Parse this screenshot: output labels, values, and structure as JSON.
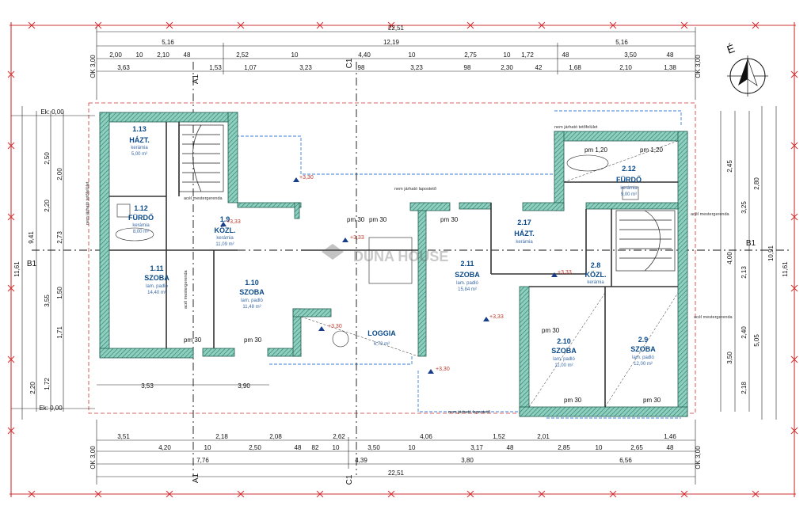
{
  "plan": {
    "north": "É",
    "watermark": "DUNA HOUSE",
    "axes": {
      "a": "A1",
      "c": "C1",
      "b": "B1"
    },
    "top_dims": {
      "overall": "22,51",
      "row2": [
        "5,16",
        "12,19",
        "5,16"
      ],
      "row3": [
        "2,00",
        "10",
        "2,10",
        "48",
        "2,52",
        "10",
        "4,40",
        "10",
        "2,75",
        "10",
        "1,72",
        "48",
        "3,50",
        "48"
      ],
      "row4": [
        "3,63",
        "1,53",
        "1,07",
        "3,23",
        "98",
        "3,23",
        "98",
        "2,30",
        "42",
        "1,68",
        "2,10",
        "1,38"
      ]
    },
    "bottom_dims": {
      "row1": [
        "3,51",
        "2,18",
        "2,08",
        "2,62",
        "4,06",
        "1,52",
        "2,01",
        "1,46"
      ],
      "row2": [
        "4,20",
        "10",
        "2,50",
        "48",
        "82",
        "10",
        "3,50",
        "10",
        "3,17",
        "48",
        "2,85",
        "10",
        "2,65",
        "48"
      ],
      "row3": [
        "7,76",
        "4,39",
        "3,80",
        "6,56"
      ],
      "overall": "22,51",
      "inner": [
        "3,53",
        "3,90"
      ]
    },
    "side_dims": {
      "left_total": "11,61",
      "left_sub": "9,41",
      "right_total": "11,61",
      "right_sub": "10,91",
      "left_list": [
        "2,50",
        "2,00",
        "2,20",
        "2,73",
        "3,55",
        "1,50",
        "1,71",
        "1,72",
        "2,20"
      ],
      "right_list": [
        "2,45",
        "3,25",
        "2,80",
        "4,00",
        "2,13",
        "2,40",
        "5,05",
        "3,50",
        "2,18"
      ]
    },
    "ok_labels": [
      "OK 3,00",
      "OK 3,00",
      "OK 3,00",
      "OK 3,00"
    ],
    "edge_labels": [
      "Ek: 0,00",
      "Ek: 0,00"
    ],
    "rooms": [
      {
        "id": "1.13",
        "name": "HÁZT.",
        "floor": "kerámia",
        "area": "5,00 m²"
      },
      {
        "id": "1.12",
        "name": "FÜRDŐ",
        "floor": "kerámia",
        "area": "8,00 m²"
      },
      {
        "id": "1.11",
        "name": "SZOBA",
        "floor": "lam. padló",
        "area": "14,40 m²"
      },
      {
        "id": "1.9",
        "name": "KÖZL.",
        "floor": "kerámia",
        "area": "11,09 m²"
      },
      {
        "id": "1.10",
        "name": "SZOBA",
        "floor": "lam. padló",
        "area": "11,48 m²"
      },
      {
        "id": "2.10",
        "name": "LOGGIA",
        "floor": "",
        "area": "6,73 m²"
      },
      {
        "id": "2.11",
        "name": "SZOBA",
        "floor": "lam. padló",
        "area": "15,84 m²"
      },
      {
        "id": "2.17",
        "name": "HÁZT.",
        "floor": "kerámia",
        "area": ""
      },
      {
        "id": "2.12",
        "name": "FÜRDŐ",
        "floor": "kerámia",
        "area": "9,00 m²"
      },
      {
        "id": "2.8",
        "name": "KÖZL.",
        "floor": "kerámia",
        "area": ""
      },
      {
        "id": "2.10",
        "name": "SZOBA",
        "floor": "lam. padló",
        "area": "11,00 m²"
      },
      {
        "id": "2.9",
        "name": "SZOBA",
        "floor": "lam. padló",
        "area": "12,00 m²"
      }
    ],
    "levels": [
      "+3,30",
      "+3,33",
      "+3,33",
      "+3,30",
      "+3,33",
      "+3,30",
      "+3,33"
    ],
    "notes": [
      "nem járható tetőfelület",
      "nem járható tetőfelület",
      "nem járható lapostető",
      "nem járható lapostető",
      "acél mestergerenda",
      "acél mestergerenda",
      "acél mestergerenda",
      "acél mestergerenda"
    ],
    "door_marks": [
      "pm 30",
      "pm 1,20",
      "pm 1,20",
      "pm 30",
      "pm 30",
      "pm 30",
      "pm 30",
      "pm 30",
      "pm 30",
      "pm 30"
    ]
  }
}
